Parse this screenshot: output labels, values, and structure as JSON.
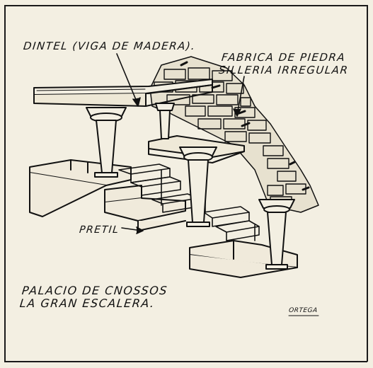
{
  "labels": {
    "dintel": "DINTEL (VIGA DE MADERA).",
    "fabrica_line1": "FABRICA DE PIEDRA",
    "fabrica_line2": "SILLERIA IRREGULAR",
    "pretil": "PRETIL",
    "title_line1": "PALACIO DE CNOSSOS",
    "title_line2": "LA GRAN ESCALERA.",
    "signature": "ORTEGA"
  },
  "colors": {
    "paper": "#f3efe2",
    "ink": "#111111"
  }
}
